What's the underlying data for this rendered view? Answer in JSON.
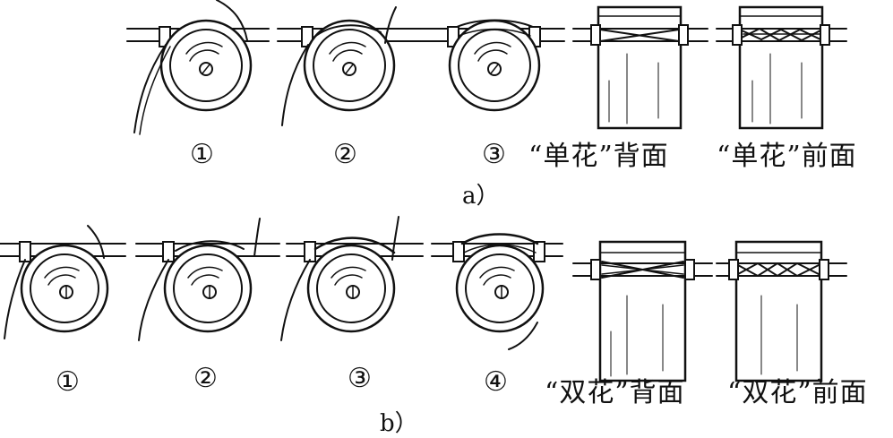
{
  "panel_a": {
    "caption": "a）",
    "steps": [
      "①",
      "②",
      "③"
    ],
    "back_label": "“单花”背面",
    "front_label": "“单花”前面"
  },
  "panel_b": {
    "caption": "b）",
    "steps": [
      "①",
      "②",
      "③",
      "④"
    ],
    "back_label": "“双花”背面",
    "front_label": "“双花”前面"
  },
  "colors": {
    "ink": "#111111",
    "background": "#ffffff"
  }
}
